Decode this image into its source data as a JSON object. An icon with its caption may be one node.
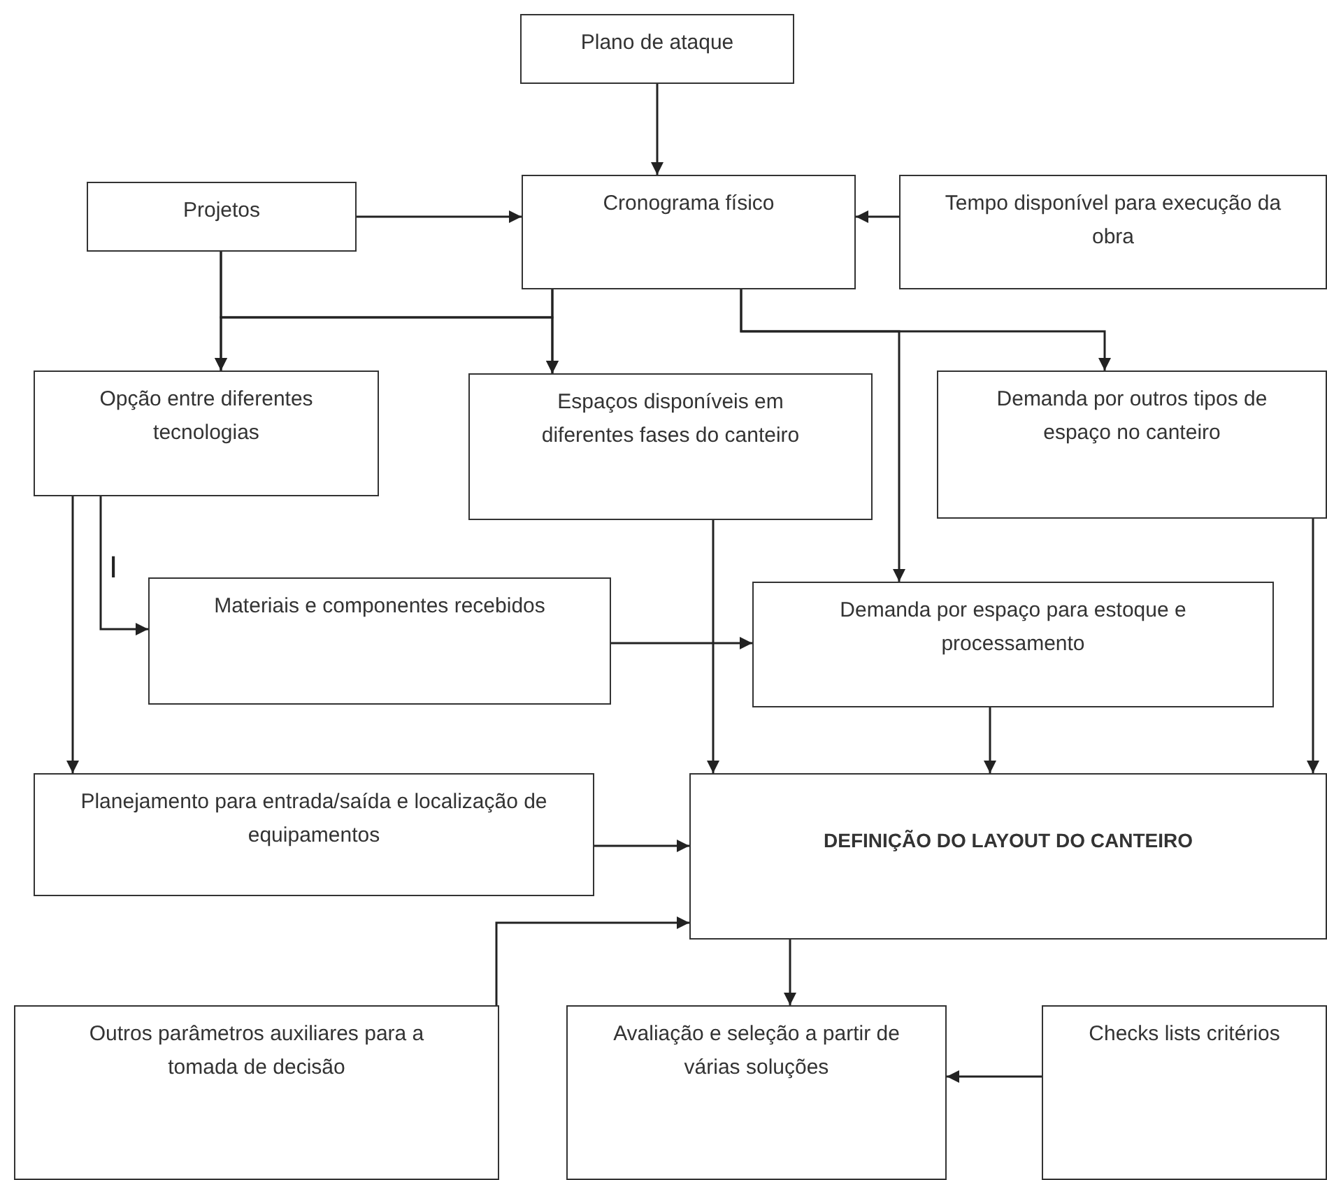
{
  "diagram": {
    "nodes": [
      {
        "text": [
          "Plano de ataque"
        ]
      },
      {
        "text": [
          "Projetos"
        ]
      },
      {
        "text": [
          "Cronograma físico"
        ]
      },
      {
        "text": [
          "Tempo disponível para execução da obra"
        ]
      },
      {
        "text": [
          "Opção entre diferentes tecnologias"
        ]
      },
      {
        "text": [
          "Espaços disponíveis em diferentes fases do canteiro"
        ]
      },
      {
        "text": [
          "Demanda por outros tipos de espaço no canteiro"
        ]
      },
      {
        "text": [
          "Materiais e componentes recebidos"
        ]
      },
      {
        "text": [
          "Demanda por espaço para estoque e processamento"
        ]
      },
      {
        "text": [
          "Planejamento para entrada/saída e localização de equipamentos"
        ]
      },
      {
        "text": [
          "DEFINIÇÃO DO LAYOUT DO CANTEIRO"
        ]
      },
      {
        "text": [
          "Outros parâmetros auxiliares para a tomada de decisão"
        ]
      },
      {
        "text": [
          "Avaliação e seleção a partir de várias soluções"
        ]
      },
      {
        "text": [
          "Checks lists critérios"
        ]
      }
    ],
    "edges": [
      {
        "from": 0,
        "to": 2,
        "arrow": "to"
      },
      {
        "from": 1,
        "to": 2,
        "arrow": "to"
      },
      {
        "from": 3,
        "to": 2,
        "arrow": "to"
      },
      {
        "from": 1,
        "to": 4,
        "arrow": "to"
      },
      {
        "from": 1,
        "to": 5,
        "arrow": "to"
      },
      {
        "from": 2,
        "to": 4,
        "arrow": "to"
      },
      {
        "from": 2,
        "to": 5,
        "arrow": "to"
      },
      {
        "from": 2,
        "to": 6,
        "arrow": "to"
      },
      {
        "from": 2,
        "to": 8,
        "arrow": "to"
      },
      {
        "from": 4,
        "to": 7,
        "arrow": "to"
      },
      {
        "from": 4,
        "to": 9,
        "arrow": "to"
      },
      {
        "from": 7,
        "to": 8,
        "arrow": "to"
      },
      {
        "from": 5,
        "to": 10,
        "arrow": "to"
      },
      {
        "from": 8,
        "to": 10,
        "arrow": "to"
      },
      {
        "from": 6,
        "to": 10,
        "arrow": "to"
      },
      {
        "from": 9,
        "to": 10,
        "arrow": "to"
      },
      {
        "from": 11,
        "to": 10,
        "arrow": "to"
      },
      {
        "from": 10,
        "to": 12,
        "arrow": "to"
      },
      {
        "from": 13,
        "to": 12,
        "arrow": "to"
      }
    ],
    "labels": [
      "I"
    ]
  }
}
